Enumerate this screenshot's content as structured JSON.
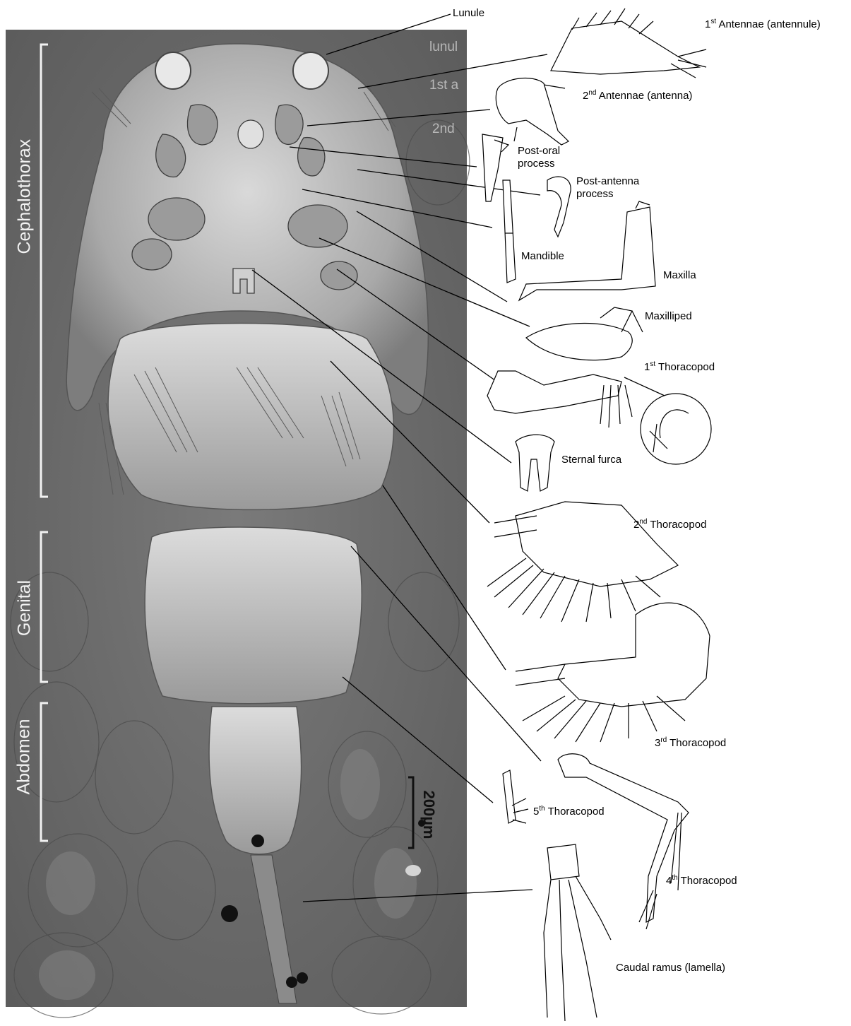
{
  "labels": {
    "lunule": "Lunule",
    "first_antennae": {
      "num": "1",
      "sup": "st",
      "text": " Antennae (antennule)"
    },
    "second_antennae": {
      "num": "2",
      "sup": "nd",
      "text": " Antennae (antenna)"
    },
    "post_oral": {
      "line1": "Post-oral",
      "line2": "process"
    },
    "post_antenna": {
      "line1": "Post-antenna",
      "line2": "process"
    },
    "mandible": "Mandible",
    "maxilla": "Maxilla",
    "maxilliped": "Maxilliped",
    "thoracopod_1": {
      "num": "1",
      "sup": "st",
      "text": " Thoracopod"
    },
    "sternal_furca": "Sternal furca",
    "thoracopod_2": {
      "num": "2",
      "sup": "nd",
      "text": " Thoracopod"
    },
    "thoracopod_3": {
      "num": "3",
      "sup": "rd",
      "text": " Thoracopod"
    },
    "thoracopod_5": {
      "num": "5",
      "sup": "th",
      "text": " Thoracopod"
    },
    "thoracopod_4": {
      "num": "4",
      "sup": "th",
      "text": " Thoracopod"
    },
    "caudal_ramus": "Caudal ramus (lamella)"
  },
  "regions": {
    "cephalothorax": "Cephalothorax",
    "genital": "Genital",
    "abdomen": "Abdomen"
  },
  "photo_labels": {
    "lunule": "lunul",
    "first": "1st a",
    "second": "2nd"
  },
  "scale_bar": "200µm",
  "colors": {
    "photo_background": "#6e6e6e",
    "body": "#cfcfcf",
    "line": "#000000"
  }
}
